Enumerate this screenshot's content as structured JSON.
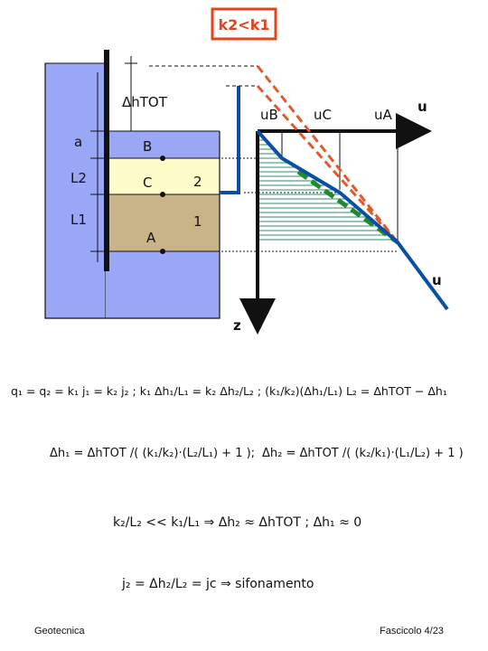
{
  "title": "k2<k1",
  "labels": {
    "dh_tot": "ΔhTOT",
    "a": "a",
    "L2": "L2",
    "L1": "L1",
    "B": "B",
    "C": "C",
    "A": "A",
    "layer2": "2",
    "layer1": "1",
    "uB": "uB",
    "uC": "uC",
    "uA": "uA",
    "u_axis": "u",
    "u_curve": "u",
    "z_axis": "z"
  },
  "equations": {
    "eq1": "q₁ = q₂ = k₁ j₁ = k₂ j₂ ;   k₁ Δh₁/L₁ = k₂ Δh₂/L₂ ;   (k₁/k₂)(Δh₁/L₁) L₂ = ΔhTOT − Δh₁",
    "eq2a": "Δh₁ = ΔhTOT /( (k₁/k₂)·(L₂/L₁) + 1 );",
    "eq2b": "Δh₂ = ΔhTOT /( (k₂/k₁)·(L₁/L₂) + 1 )",
    "eq3": "k₂/L₂ << k₁/L₁  ⇒  Δh₂ ≈ ΔhTOT ;   Δh₁ ≈ 0",
    "eq4": "j₂ = Δh₂/L₂ = jc  ⇒  sifonamento"
  },
  "footer": {
    "left": "Geotecnica",
    "right": "Fascicolo 4/23"
  },
  "colors": {
    "water": "#9aa7f7",
    "sand_light": "#fefcc8",
    "sand_dark": "#c9b487",
    "title_border": "#e0461e",
    "pipe": "#0a4fa6",
    "dashed_red": "#e05a2b",
    "dashed_green": "#1f8a2e",
    "hatch": "#2f8f6a"
  }
}
